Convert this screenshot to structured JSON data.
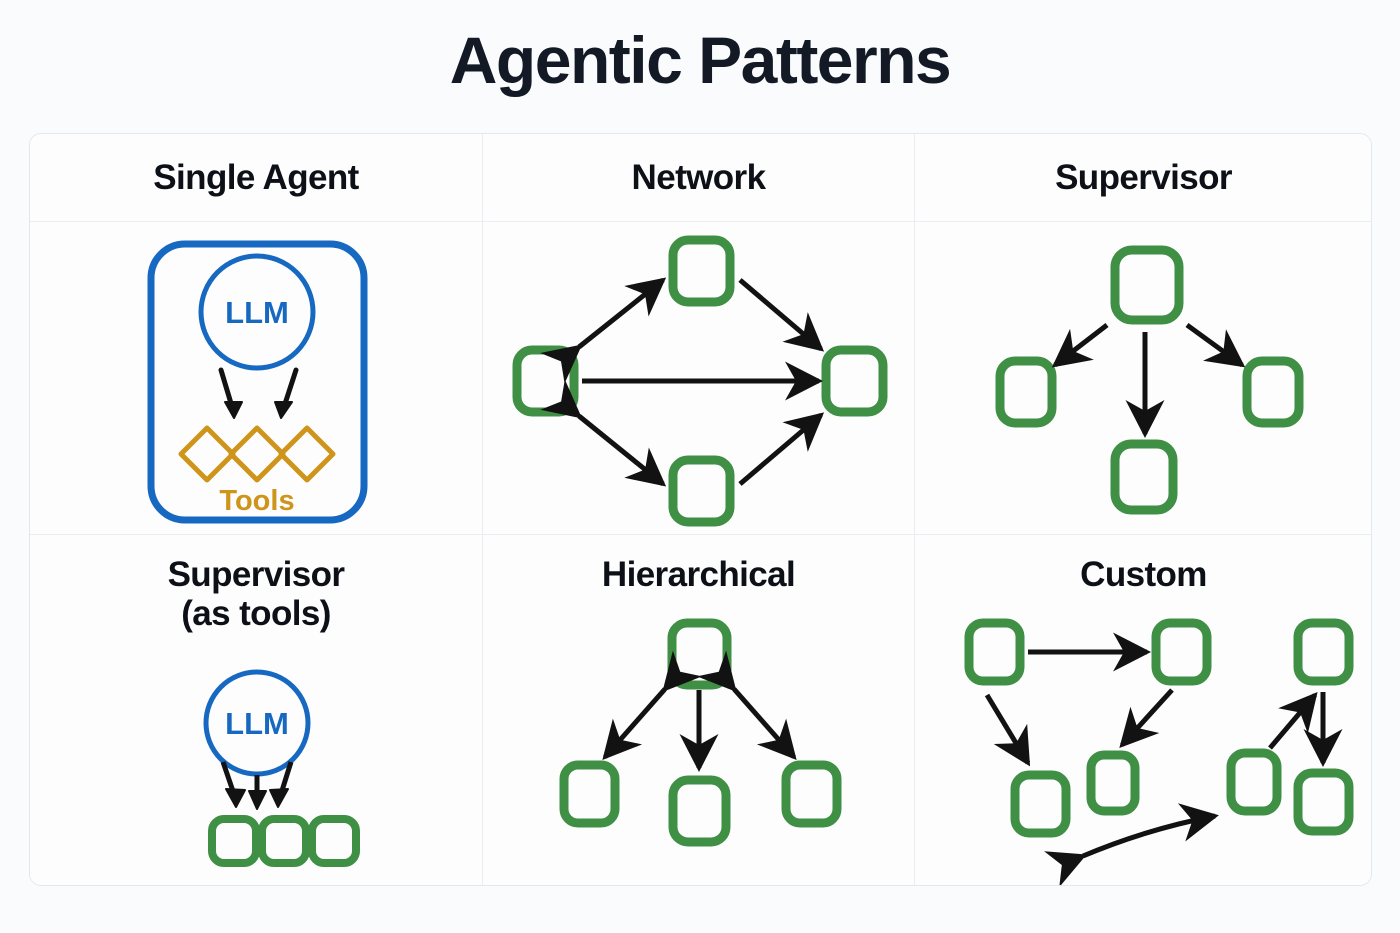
{
  "page": {
    "title": "Agentic Patterns",
    "background_color": "#fafbfc",
    "title_color": "#131a26"
  },
  "colors": {
    "agent_green": "#3f8f45",
    "agent_green_light": "#5cb85c",
    "llm_blue": "#1668c0",
    "tools_orange": "#cf941a",
    "arrow_black": "#121212",
    "grid_line": "#e9ecf1",
    "card_border": "#e4e7ec",
    "card_background": "#fdfdfe"
  },
  "table": {
    "headers": [
      "Single Agent",
      "Network",
      "Supervisor"
    ],
    "row2_titles": [
      {
        "line1": "Supervisor",
        "line2": "(as tools)"
      },
      {
        "line1": "Hierarchical",
        "line2": ""
      },
      {
        "line1": "Custom",
        "line2": ""
      }
    ]
  },
  "diagrams": {
    "single_agent": {
      "pattern": "Single Agent",
      "container_shape": "rounded-rectangle",
      "container_color": "#1668c0",
      "llm_label": "LLM",
      "tools_label": "Tools",
      "tool_count": 3,
      "tool_shape": "diamond",
      "arrow_count": 2,
      "arrows": [
        {
          "from": "LLM",
          "to": "tool-1",
          "type": "one-way"
        },
        {
          "from": "LLM",
          "to": "tool-3",
          "type": "one-way"
        }
      ]
    },
    "network": {
      "pattern": "Network",
      "node_count": 4,
      "nodes": [
        "left",
        "top",
        "right",
        "bottom"
      ],
      "edges": [
        {
          "from": "left",
          "to": "top",
          "type": "bidirectional"
        },
        {
          "from": "top",
          "to": "right",
          "type": "one-way"
        },
        {
          "from": "left",
          "to": "right",
          "type": "one-way"
        },
        {
          "from": "left",
          "to": "bottom",
          "type": "bidirectional"
        },
        {
          "from": "bottom",
          "to": "right",
          "type": "one-way"
        }
      ]
    },
    "supervisor": {
      "pattern": "Supervisor",
      "node_count": 4,
      "nodes": [
        "supervisor",
        "worker-left",
        "worker-center",
        "worker-right"
      ],
      "edges": [
        {
          "from": "supervisor",
          "to": "worker-left",
          "type": "one-way"
        },
        {
          "from": "supervisor",
          "to": "worker-center",
          "type": "one-way"
        },
        {
          "from": "supervisor",
          "to": "worker-right",
          "type": "one-way"
        }
      ]
    },
    "supervisor_as_tools": {
      "pattern": "Supervisor (as tools)",
      "llm_label": "LLM",
      "node_count": 3,
      "edges": [
        {
          "from": "LLM",
          "to": "agent-1",
          "type": "one-way"
        },
        {
          "from": "LLM",
          "to": "agent-2",
          "type": "one-way"
        },
        {
          "from": "LLM",
          "to": "agent-3",
          "type": "one-way"
        }
      ]
    },
    "hierarchical": {
      "pattern": "Hierarchical",
      "node_count": 4,
      "nodes": [
        "root",
        "child-left",
        "child-center",
        "child-right"
      ],
      "edges": [
        {
          "from": "root",
          "to": "child-left",
          "type": "bidirectional"
        },
        {
          "from": "root",
          "to": "child-center",
          "type": "one-way"
        },
        {
          "from": "root",
          "to": "child-right",
          "type": "bidirectional"
        }
      ]
    },
    "custom": {
      "pattern": "Custom",
      "node_count": 7,
      "nodes": [
        "n1",
        "n2",
        "n3",
        "n4",
        "n5",
        "n6",
        "n7"
      ],
      "edges": [
        {
          "from": "n1",
          "to": "n2",
          "type": "one-way"
        },
        {
          "from": "n1",
          "to": "n4",
          "type": "one-way"
        },
        {
          "from": "n2",
          "to": "n5",
          "type": "one-way"
        },
        {
          "from": "n4",
          "to": "n6",
          "type": "bidirectional-curved"
        },
        {
          "from": "n6",
          "to": "n3",
          "type": "one-way"
        },
        {
          "from": "n3",
          "to": "n7",
          "type": "one-way"
        }
      ]
    }
  }
}
